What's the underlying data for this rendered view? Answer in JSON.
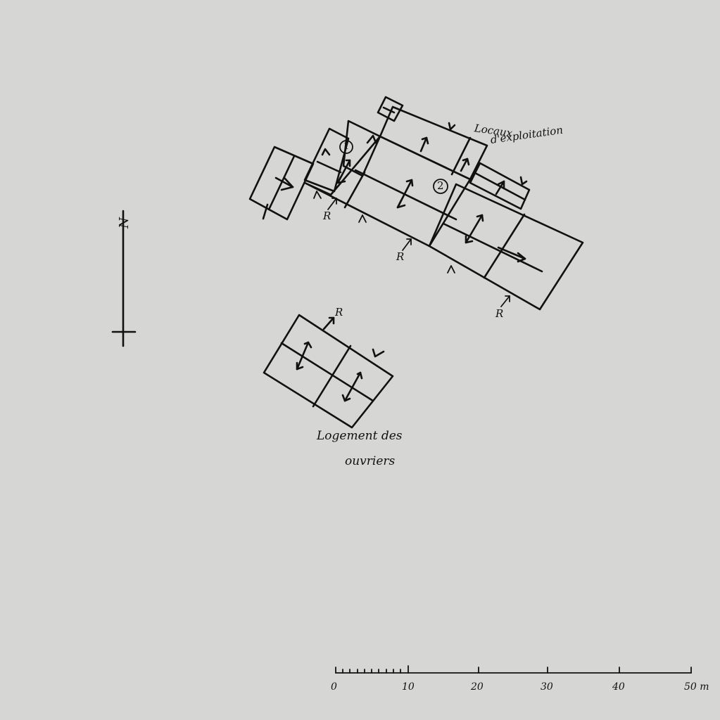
{
  "labels": {
    "operations_line1": "Locaux",
    "operations_line2": "d'exploitation",
    "housing_line1": "Logement des",
    "housing_line2": "ouvriers",
    "north": "N",
    "room_1": "1",
    "room_2": "2",
    "r_marks": [
      "R",
      "R",
      "R",
      "R"
    ]
  },
  "scale_bar": {
    "ticks": [
      "0",
      "10",
      "20",
      "30",
      "40",
      "50 m"
    ]
  }
}
